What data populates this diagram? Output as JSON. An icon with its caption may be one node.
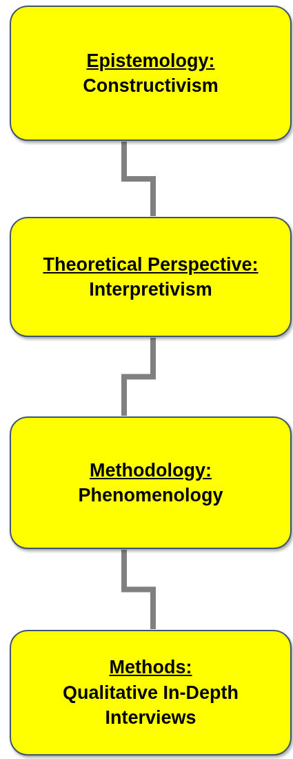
{
  "diagram": {
    "nodes": [
      {
        "text": [
          "Epistemology:",
          "Constructivism"
        ]
      },
      {
        "text": [
          "Theoretical Perspective:",
          "Interpretivism"
        ]
      },
      {
        "text": [
          "Methodology:",
          "Phenomenology"
        ]
      },
      {
        "text": [
          "Methods:",
          "Qualitative In-Depth Interviews"
        ]
      }
    ],
    "edges": [
      {
        "from": 0,
        "to": 1,
        "arrow": "none"
      },
      {
        "from": 1,
        "to": 2,
        "arrow": "none"
      },
      {
        "from": 2,
        "to": 3,
        "arrow": "none"
      }
    ]
  }
}
